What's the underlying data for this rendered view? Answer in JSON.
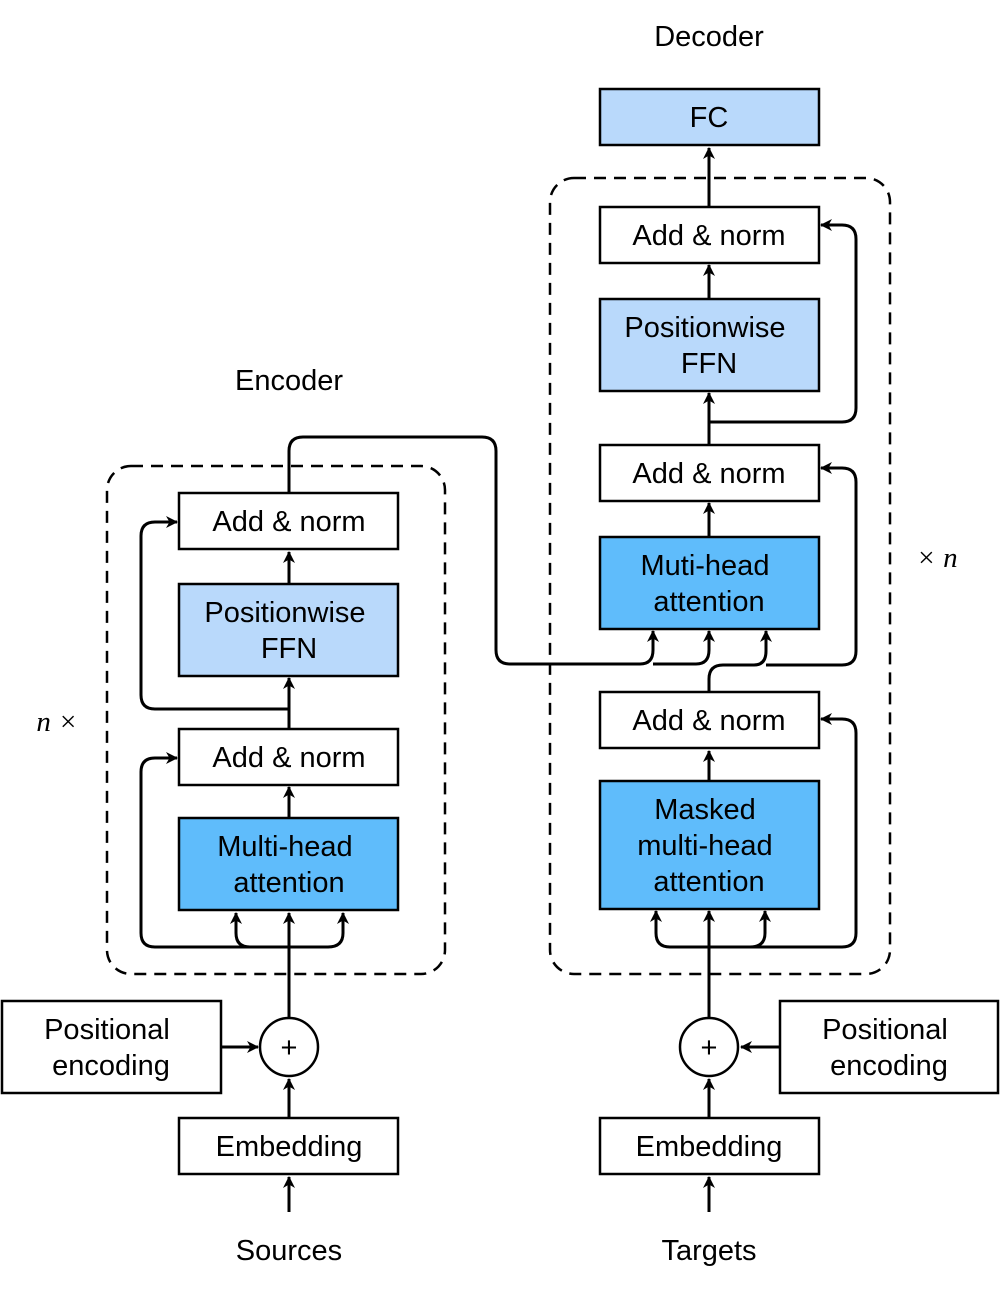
{
  "colors": {
    "white_fill": "#ffffff",
    "light_blue": "#b9d9fb",
    "dark_blue": "#5fbcfb",
    "stroke": "#000000"
  },
  "encoder": {
    "title": "Encoder",
    "repeat_label": "n ×",
    "add_norm_top": "Add & norm",
    "ffn": [
      "Positionwise",
      "FFN"
    ],
    "add_norm_bottom": "Add & norm",
    "attention": [
      "Multi-head",
      "attention"
    ],
    "positional_encoding": [
      "Positional",
      "encoding"
    ],
    "plus": "+",
    "embedding": "Embedding",
    "input": "Sources"
  },
  "decoder": {
    "title": "Decoder",
    "repeat_label": "× n",
    "fc": "FC",
    "add_norm_top": "Add & norm",
    "ffn": [
      "Positionwise",
      "FFN"
    ],
    "add_norm_mid": "Add & norm",
    "cross_attention": [
      "Muti-head",
      "attention"
    ],
    "add_norm_bottom": "Add & norm",
    "masked_attention": [
      "Masked",
      "multi-head",
      "attention"
    ],
    "positional_encoding": [
      "Positional",
      "encoding"
    ],
    "plus": "+",
    "embedding": "Embedding",
    "input": "Targets"
  }
}
